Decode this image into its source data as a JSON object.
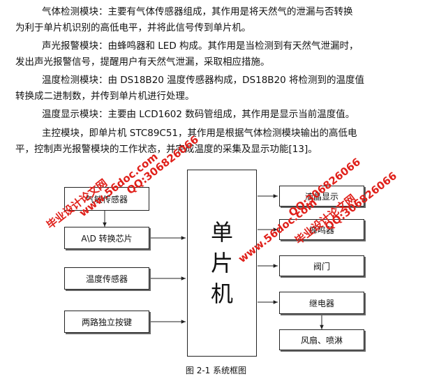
{
  "paragraphs": [
    {
      "line1": "气体检测模块：主要有气体传感器组成，其作用是将天然气的泄漏与否转换",
      "line2": "为利于单片机识别的高低电平，并将此信号传到单片机。"
    },
    {
      "line1": "声光报警模块：由蜂鸣器和 LED 构成。其作用是当检测到有天然气泄漏时，",
      "line2": "发出声光报警信号，提醒用户有天然气泄漏，采取相应措施。"
    },
    {
      "line1": "温度检测模块：由 DS18B20 温度传感器构成，DS18B20 将检测到的温度值",
      "line2": "转换成二进制数，并传到单片机进行处理。"
    },
    {
      "line1": "温度显示模块：主要由 LCD1602 数码管组成，其作用是显示当前温度值。",
      "line2": ""
    },
    {
      "line1": "主控模块，即单片机 STC89C51，其作用是根据气体检测模块输出的高低电",
      "line2": "平，控制声光报警模块的工作状态，并完成温度的采集及显示功能[13]。"
    }
  ],
  "diagram": {
    "mcu": "单\n片\n机",
    "inputs": [
      "气敏传感器",
      "A\\D 转换芯片",
      "温度传感器",
      "两路独立按键"
    ],
    "outputs": [
      "液晶显示",
      "蜂鸣器",
      "阀门",
      "继电器",
      "风扇、喷淋"
    ]
  },
  "caption": "图 2-1  系统框图",
  "watermarks": [
    "毕业设计论文网",
    "www.56doc.com",
    "QQ:306826066"
  ]
}
